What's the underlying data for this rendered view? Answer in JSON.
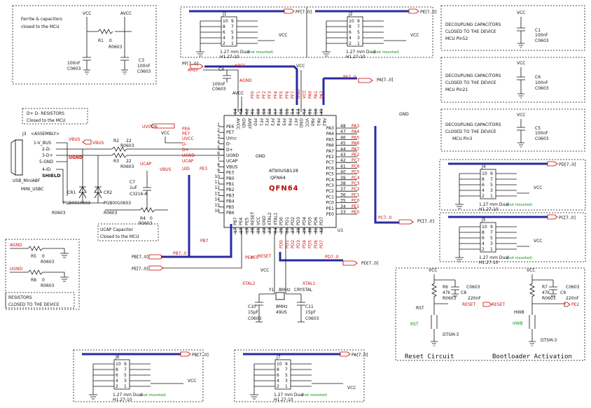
{
  "sections": {
    "ferrite": "Ferrite & capacitors\nclosed to the MCU",
    "dplusminus": "D+ D- RESISTORS\nClosed to the MCU",
    "ucap": "UCAP Capacitor\nClosed to the MCU",
    "resistors": "RESISTORS\nCLOSED TO THE DEVICE",
    "decoup1": "DECOUPLING CAPACITORS\nCLOSED TO THE DEVICE\nMCU Pin52",
    "decoup2": "DECOUPLING CAPACITORS\nCLOSED TO THE DEVICE\nMCU Pin21",
    "decoup3": "DECOUPLING CAPACITORS\nCLOSED TO THE DEVICE\nMCU Pin3",
    "reset_circuit": "Reset Circuit",
    "bootloader": "Bootloader Activation"
  },
  "mcu": {
    "part": "AT90USB128",
    "pkg": "QFN64",
    "pkg_big": "QFN64",
    "ref": "U1",
    "gnd": "GND",
    "left_pins": [
      {
        "num": "1",
        "name": "PE6"
      },
      {
        "num": "2",
        "name": "PE7"
      },
      {
        "num": "3",
        "name": "UVcc"
      },
      {
        "num": "4",
        "name": "D-"
      },
      {
        "num": "5",
        "name": "D+"
      },
      {
        "num": "6",
        "name": "UGND"
      },
      {
        "num": "7",
        "name": "UCAP"
      },
      {
        "num": "8",
        "name": "VBUS"
      },
      {
        "num": "9",
        "name": "PE3"
      },
      {
        "num": "10",
        "name": "PB0"
      },
      {
        "num": "11",
        "name": "PB1"
      },
      {
        "num": "12",
        "name": "PB2"
      },
      {
        "num": "13",
        "name": "PB3"
      },
      {
        "num": "14",
        "name": "PB4"
      },
      {
        "num": "15",
        "name": "PB5"
      },
      {
        "num": "16",
        "name": "PB6"
      }
    ],
    "right_pins": [
      {
        "num": "48",
        "name": "PA3"
      },
      {
        "num": "47",
        "name": "PA4"
      },
      {
        "num": "46",
        "name": "PA5"
      },
      {
        "num": "45",
        "name": "PA6"
      },
      {
        "num": "44",
        "name": "PA7"
      },
      {
        "num": "43",
        "name": "PE2"
      },
      {
        "num": "42",
        "name": "PC7"
      },
      {
        "num": "41",
        "name": "PC6"
      },
      {
        "num": "40",
        "name": "PC5"
      },
      {
        "num": "39",
        "name": "PC4"
      },
      {
        "num": "38",
        "name": "PC3"
      },
      {
        "num": "37",
        "name": "PC2"
      },
      {
        "num": "36",
        "name": "PC1"
      },
      {
        "num": "35",
        "name": "PC0"
      },
      {
        "num": "34",
        "name": "PE1"
      },
      {
        "num": "33",
        "name": "PE0"
      }
    ],
    "top_pins": [
      {
        "num": "64",
        "name": "AVCC"
      },
      {
        "num": "63",
        "name": "GND"
      },
      {
        "num": "62",
        "name": "AREF"
      },
      {
        "num": "61",
        "name": "PF0"
      },
      {
        "num": "60",
        "name": "PF1"
      },
      {
        "num": "59",
        "name": "PF2"
      },
      {
        "num": "58",
        "name": "PF3"
      },
      {
        "num": "57",
        "name": "PF4"
      },
      {
        "num": "56",
        "name": "PF5"
      },
      {
        "num": "55",
        "name": "PF6"
      },
      {
        "num": "54",
        "name": "PF7"
      },
      {
        "num": "53",
        "name": "GND"
      },
      {
        "num": "52",
        "name": "VCC"
      },
      {
        "num": "51",
        "name": "PA0"
      },
      {
        "num": "50",
        "name": "PA1"
      },
      {
        "num": "49",
        "name": "PA2"
      }
    ],
    "bottom_pins": [
      {
        "num": "17",
        "name": "PB7"
      },
      {
        "num": "18",
        "name": "PE4"
      },
      {
        "num": "19",
        "name": "PE5"
      },
      {
        "num": "20",
        "name": "RESET"
      },
      {
        "num": "21",
        "name": "VCC"
      },
      {
        "num": "22",
        "name": "GND"
      },
      {
        "num": "23",
        "name": "XTAL2"
      },
      {
        "num": "24",
        "name": "XTAL1"
      },
      {
        "num": "25",
        "name": "PD0"
      },
      {
        "num": "26",
        "name": "PD1"
      },
      {
        "num": "27",
        "name": "PD2"
      },
      {
        "num": "28",
        "name": "PD3"
      },
      {
        "num": "29",
        "name": "PD4"
      },
      {
        "num": "30",
        "name": "PD5"
      },
      {
        "num": "31",
        "name": "PD6"
      },
      {
        "num": "32",
        "name": "PD7"
      }
    ]
  },
  "nets": {
    "vcc": "VCC",
    "avcc": "AVCC",
    "gnd": "GND",
    "agnd": "AGND",
    "ugnd": "UGND",
    "aref": "AREF",
    "uvcon": "UVCON",
    "vbus": "VBUS",
    "ucap": "UCAP",
    "pf_bus": "PF[7..0]",
    "pe_bus": "PE[7..0]",
    "pa_bus": "PA[7..0]",
    "pb_bus": "PB[7..0]",
    "pc_bus": "PC[7..0]",
    "pd_bus": "PD[7..0]",
    "pa7_0": "PA7..0",
    "pb7_0": "PB7..0",
    "pc7_0": "PC7..0",
    "pd7_0": "PD7..0",
    "xtal1": "XTAL1",
    "xtal2": "XTAL2",
    "reset": "RESET",
    "rst": "RST",
    "hwb": "HWB",
    "pe2": "PE2",
    "shield": "SHIELD",
    "pe6": "PE6",
    "pe7": "PE7",
    "uvcc": "UVCC",
    "dminus": "D-",
    "dplus": "D+",
    "uid": "UID",
    "pe3": "PE3",
    "pb7": "PB7",
    "pe4": "PE4",
    "pe5": "PE5"
  },
  "components": {
    "r1": {
      "ref": "R1",
      "val": "0",
      "pkg": "R0603"
    },
    "c2": {
      "val": "100nF",
      "pkg": "C0603"
    },
    "c3": {
      "ref": "C3",
      "val": "100nF",
      "pkg": "C0603"
    },
    "c4": {
      "ref": "C4",
      "val": "100nF",
      "pkg": "C0603"
    },
    "r2": {
      "ref": "R2",
      "val": "22",
      "pkg": "R0603"
    },
    "r3": {
      "ref": "R3",
      "val": "22",
      "pkg": "R0603"
    },
    "c7": {
      "ref": "C7",
      "val": "1uF",
      "pkg": "C3216-A"
    },
    "r4": {
      "ref": "R4",
      "val": "0",
      "pkg": "R0603"
    },
    "r5": {
      "ref": "R5",
      "val": "0",
      "pkg": "R0603"
    },
    "r6": {
      "ref": "R6",
      "val": "47k",
      "pkg": "R0603"
    },
    "r7": {
      "ref": "R7",
      "val": "47k",
      "pkg": "R0603"
    },
    "r8": {
      "ref": "R8",
      "val": "0",
      "pkg": "R0603"
    },
    "c1": {
      "ref": "C1",
      "val": "100nF",
      "pkg": "C0603"
    },
    "c5": {
      "ref": "C5",
      "val": "100nF",
      "pkg": "C0603"
    },
    "c6": {
      "ref": "C6",
      "val": "100nF",
      "pkg": "C0603"
    },
    "c8": {
      "ref": "C8",
      "val": "220nF",
      "pkg": "C0603"
    },
    "c9": {
      "ref": "C9",
      "val": "220nF",
      "pkg": "C0603"
    },
    "c10": {
      "ref": "C10",
      "val": "15pF",
      "pkg": "C0603"
    },
    "c11": {
      "ref": "C11",
      "val": "15pF",
      "pkg": "C0603"
    },
    "y1": {
      "ref": "Y1",
      "val": "8MHz",
      "type": "CRYSTAL",
      "pkg": "49US"
    },
    "cr1": {
      "ref": "CR1",
      "pkg": "PGB0010603"
    },
    "cr2": {
      "ref": "CR2",
      "pkg": "PGB0010603"
    },
    "j3": {
      "ref": "J3",
      "note": "<ASSEMBLY>",
      "pins": [
        "1-V_BUS",
        "2-D-",
        "3-D+",
        "5-GND",
        "4-ID"
      ],
      "pkg": "USB_MiniABF",
      "desc": "MINI_USBC"
    },
    "rst": {
      "ref": "RST",
      "pkg": "DTSM-3"
    },
    "hwb": {
      "ref": "HWB",
      "pkg": "DTSM-3"
    }
  },
  "headers": {
    "desc": "1.27 mm Dual",
    "pkg": "H1.27-10",
    "not_mounted": "(not mounted)",
    "pin_rows": [
      [
        "10",
        "9"
      ],
      [
        "8",
        "7"
      ],
      [
        "6",
        "5"
      ],
      [
        "4",
        "3"
      ],
      [
        "2",
        "1"
      ]
    ],
    "list": [
      {
        "ref": "J1",
        "bus": "PF[7..0]"
      },
      {
        "ref": "J2",
        "bus": "PE[7..0]"
      },
      {
        "ref": "J4",
        "bus": "PD[7..0]"
      },
      {
        "ref": "J5",
        "bus": "PC[7..0]"
      },
      {
        "ref": "J6",
        "bus": "PB[7..0]"
      },
      {
        "ref": "J7",
        "bus": "PA[7..0]"
      }
    ]
  }
}
